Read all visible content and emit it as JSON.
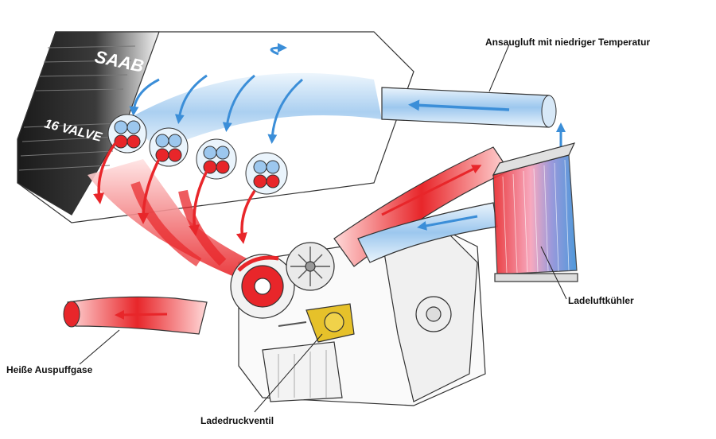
{
  "labels": {
    "intake_air": "Ansaugluft mit niedriger Temperatur",
    "intercooler": "Ladeluftkühler",
    "exhaust": "Heiße Auspuffgase",
    "wastegate": "Ladedruckventil"
  },
  "branding": {
    "brand": "SAAB",
    "engine": "16 VALVE"
  },
  "colors": {
    "hot": "#e8262a",
    "cold": "#3b8ed8",
    "valve": "#e6c12a",
    "outline": "#333333"
  }
}
